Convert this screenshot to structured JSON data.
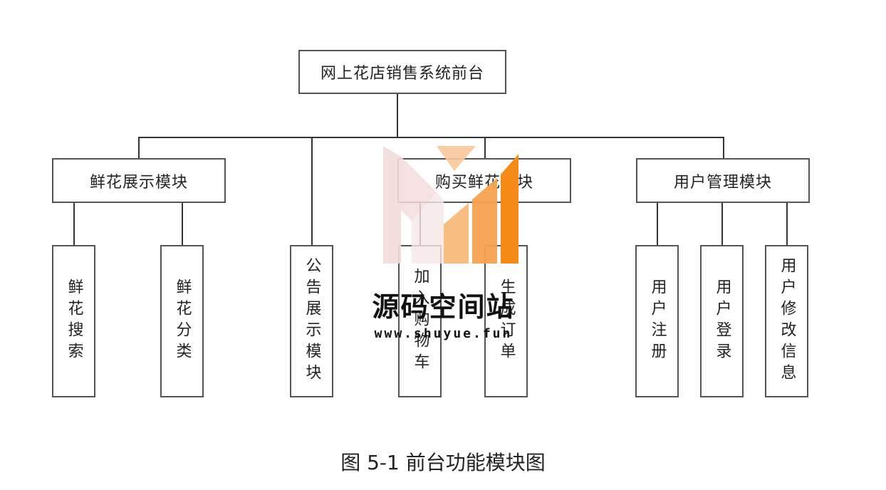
{
  "root": {
    "label": "网上花店销售系统前台"
  },
  "modules": [
    {
      "label": "鲜花展示模块",
      "children": [
        "鲜花搜索",
        "鲜花分类"
      ]
    },
    {
      "label": "公告展示模块"
    },
    {
      "label": "购买鲜花模块",
      "children": [
        "加入购物车",
        "生成订单"
      ]
    },
    {
      "label": "用户管理模块",
      "children": [
        "用户注册",
        "用户登录",
        "用户修改信息"
      ]
    }
  ],
  "caption": "图 5-1    前台功能模块图",
  "watermark": {
    "title": "源码空间站",
    "url": "www.shuyue.fun"
  }
}
